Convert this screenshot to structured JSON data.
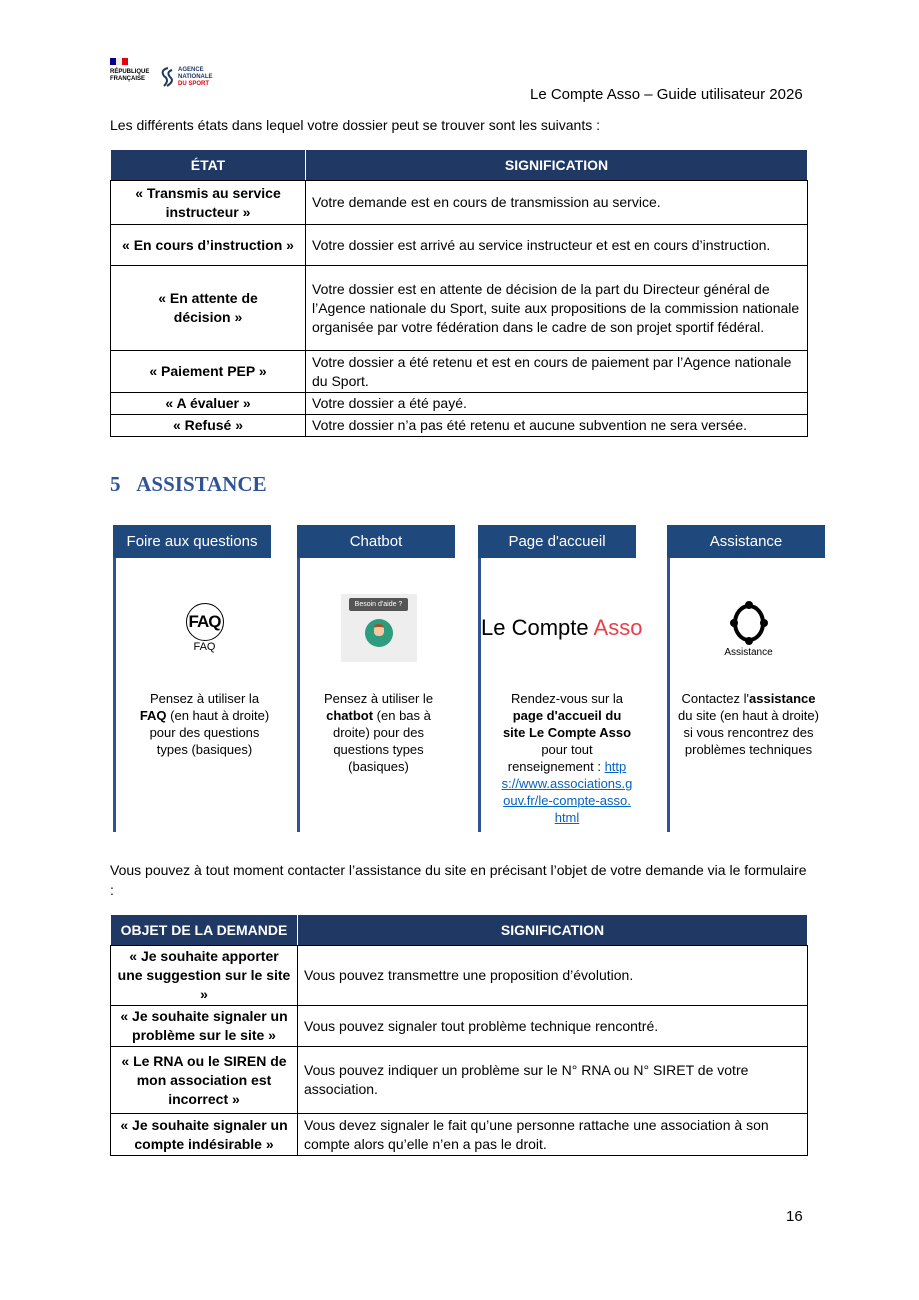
{
  "header": {
    "logo_left": "RÉPUBLIQUE FRANÇAISE",
    "logo_right": "AGENCE NATIONALE DU SPORT",
    "doc_title": "Le Compte Asso – Guide utilisateur 2026"
  },
  "intro": "Les différents états dans lequel votre dossier peut se trouver sont les suivants :",
  "table1": {
    "headers": [
      "ÉTAT",
      "SIGNIFICATION"
    ],
    "rows": [
      [
        "« Transmis au service instructeur »",
        "Votre demande est en cours de transmission au service."
      ],
      [
        "« En cours d’instruction »",
        "Votre dossier est arrivé au service instructeur et est en cours d’instruction."
      ],
      [
        "« En attente de décision »",
        "Votre dossier est en attente de décision de la part du Directeur général de l’Agence nationale du Sport, suite aux propositions de la commission nationale organisée par votre fédération dans le cadre de son projet sportif fédéral."
      ],
      [
        "« Paiement PEP »",
        "Votre dossier a été retenu et est en cours de paiement par l’Agence nationale du Sport."
      ],
      [
        "« A évaluer »",
        "Votre dossier a été payé."
      ],
      [
        "« Refusé »",
        "Votre dossier n’a pas été retenu et aucune subvention ne sera versée."
      ]
    ]
  },
  "section": {
    "number": "5",
    "title": "ASSISTANCE"
  },
  "cards": [
    {
      "title": "Foire aux questions",
      "icon_text": "FAQ",
      "icon_caption": "FAQ",
      "pre": "Pensez à utiliser la ",
      "bold": "FAQ",
      "post": " (en haut à droite) pour des questions types (basiques)"
    },
    {
      "title": "Chatbot",
      "icon_text": "Besoin d'aide ?",
      "pre": "Pensez à utiliser le ",
      "bold": "chatbot",
      "post": " (en bas à droite) pour des questions types (basiques)"
    },
    {
      "title": "Page d'accueil",
      "logo_a": "Le Compte ",
      "logo_b": "Asso",
      "pre": "Rendez-vous sur la ",
      "bold": "page d'accueil du site Le Compte Asso",
      "post": " pour tout renseignement : ",
      "link": "https://www.associations.gouv.fr/le-compte-asso.html"
    },
    {
      "title": "Assistance",
      "icon_caption": "Assistance",
      "pre": "Contactez l'",
      "bold": "assistance",
      "post": " du site (en haut à droite) si vous rencontrez des problèmes techniques"
    }
  ],
  "para": "Vous pouvez à tout moment contacter l’assistance du site en précisant l’objet de votre demande via le formulaire :",
  "table2": {
    "headers": [
      "OBJET DE LA DEMANDE",
      "SIGNIFICATION"
    ],
    "rows": [
      [
        "« Je souhaite apporter une suggestion sur le site »",
        "Vous pouvez transmettre une proposition d’évolution."
      ],
      [
        "« Je souhaite signaler un problème sur le site »",
        "Vous pouvez signaler tout problème technique rencontré."
      ],
      [
        "« Le RNA ou le SIREN de mon association est incorrect »",
        "Vous pouvez indiquer un problème sur le N° RNA ou N° SIRET de votre association."
      ],
      [
        "« Je souhaite signaler un compte indésirable »",
        "Vous devez signaler le fait qu’une personne rattache une association à son compte alors qu’elle n’en a pas le droit."
      ]
    ]
  },
  "page_number": "16",
  "colors": {
    "header": "#1F3864",
    "card": "#1F497D",
    "heading": "#2F5496",
    "accent": "#E1000F"
  }
}
